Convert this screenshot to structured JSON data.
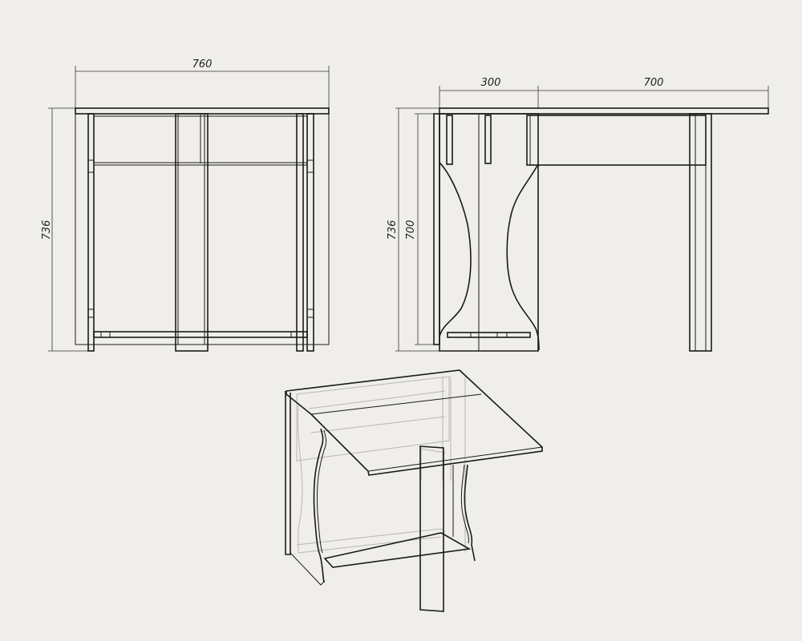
{
  "drawing": {
    "front_view": {
      "width_label": "760",
      "height_label": "736"
    },
    "side_view": {
      "leaf_folded_label": "300",
      "leaf_open_label": "700",
      "total_height_label": "736",
      "panel_height_label": "700"
    }
  },
  "colors": {
    "background": "#f0eeea",
    "line": "#1a1a1a"
  }
}
